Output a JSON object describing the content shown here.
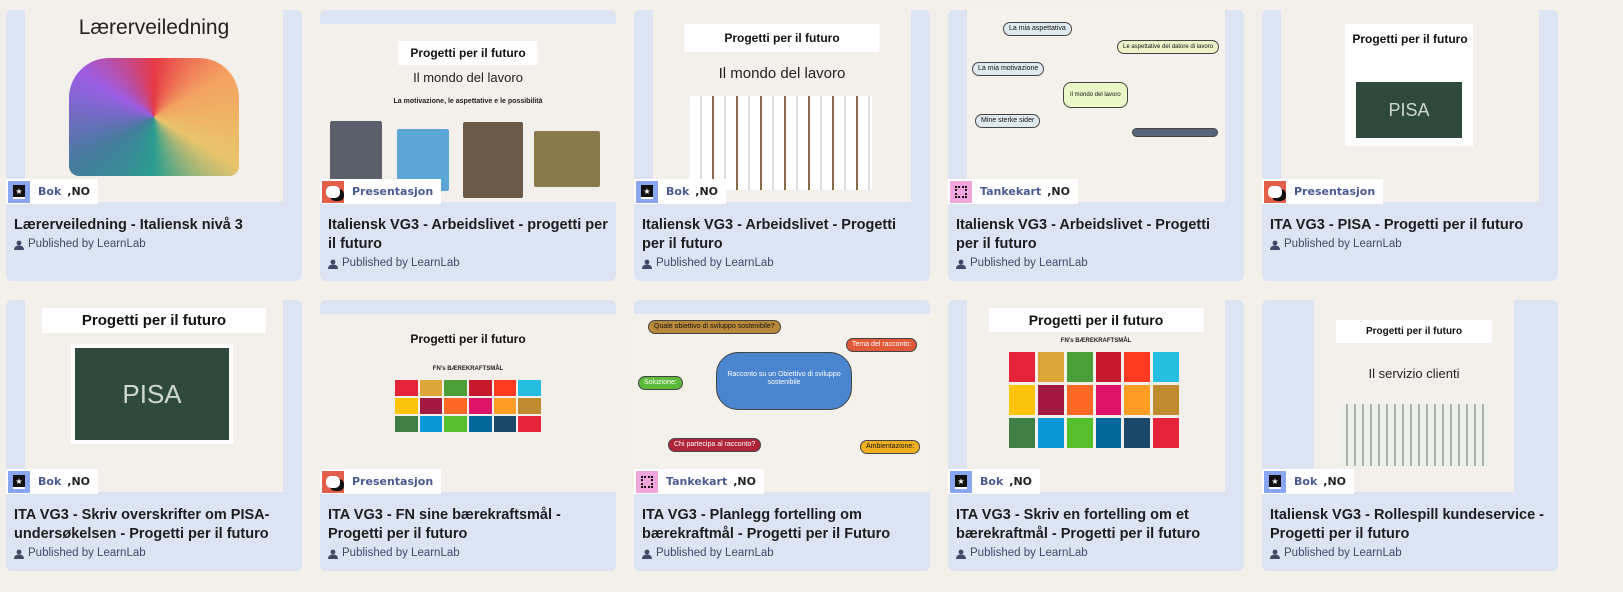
{
  "published_label": "Published by LearnLab",
  "type_colors": {
    "Bok": "#8aa6f2",
    "Presentasjon": "#e2604a",
    "Tankekart": "#f2a5dc"
  },
  "cards": [
    {
      "title": "Lærerveiledning - Italiensk nivå 3",
      "type": "Bok",
      "lang": ",NO",
      "thumb": {
        "kind": "heads",
        "header": "Lærerveiledning"
      }
    },
    {
      "title": "Italiensk VG3 - Arbeidslivet - progetti per il futuro",
      "type": "Presentasjon",
      "lang": "",
      "thumb": {
        "kind": "photos",
        "header": "Progetti per il futuro",
        "subtitle": "Il mondo del lavoro",
        "caption": "La motivazione, le aspettative e le possibilità"
      }
    },
    {
      "title": "Italiensk VG3 - Arbeidslivet - Progetti per il futuro",
      "type": "Bok",
      "lang": ",NO",
      "thumb": {
        "kind": "illustration",
        "header": "Progetti per il futuro",
        "subtitle": "Il mondo del lavoro"
      }
    },
    {
      "title": "Italiensk VG3 - Arbeidslivet - Progetti per il futuro",
      "type": "Tankekart",
      "lang": ",NO",
      "thumb": {
        "kind": "mindmap1",
        "center": "Il mondo del lavoro",
        "nodes": [
          "La mia aspettativa",
          "Le aspettative del datore di lavoro",
          "La mia motivazione",
          "Mine sterke sider"
        ]
      }
    },
    {
      "title": "ITA VG3 - PISA - Progetti per il futuro",
      "type": "Presentasjon",
      "lang": "",
      "thumb": {
        "kind": "pisa-small",
        "header": "Progetti per il futuro",
        "board": "PISA"
      }
    },
    {
      "title": "ITA VG3 - Skriv overskrifter om PISA-undersøkelsen - Progetti per il futuro",
      "type": "Bok",
      "lang": ",NO",
      "thumb": {
        "kind": "pisa",
        "header": "Progetti per il futuro",
        "board": "PISA"
      }
    },
    {
      "title": "ITA VG3 - FN sine bærekraftsmål - Progetti per il futuro",
      "type": "Presentasjon",
      "lang": "",
      "thumb": {
        "kind": "sdg",
        "header": "Progetti per il futuro",
        "caption": "FN's BÆREKRAFTSMÅL"
      }
    },
    {
      "title": "ITA VG3 - Planlegg fortelling om bærekraftmål - Progetti per il Futuro",
      "type": "Tankekart",
      "lang": ",NO",
      "thumb": {
        "kind": "mindmap2",
        "center": "Racconto su un Obiettivo di sviluppo sostenibile",
        "nodes": [
          "Quale obiettivo di sviluppo sostenibile?",
          "Tema del racconto:",
          "Soluzione:",
          "Chi partecipa al racconto?",
          "Ambientazione:"
        ]
      }
    },
    {
      "title": "ITA VG3 - Skriv en fortelling om et bærekraftmål - Progetti per il futuro",
      "type": "Bok",
      "lang": ",NO",
      "thumb": {
        "kind": "sdg-big",
        "header": "Progetti per il futuro",
        "caption": "FN's BÆREKRAFTSMÅL"
      }
    },
    {
      "title": "Italiensk VG3 - Rollespill kundeservice - Progetti per il futuro",
      "type": "Bok",
      "lang": ",NO",
      "thumb": {
        "kind": "icons",
        "header": "Progetti per il futuro",
        "subtitle": "Il servizio clienti"
      }
    }
  ]
}
